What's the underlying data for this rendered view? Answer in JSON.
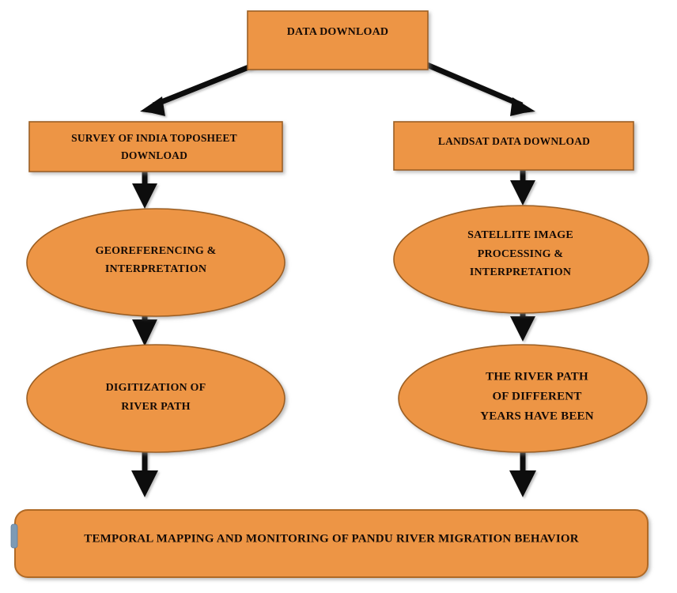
{
  "diagram": {
    "title": "Methodology flowchart for temporal mapping of Pandu river migration",
    "background_color": "#FFFFFF",
    "node_fill_color": "#ED9544",
    "node_border_color": "#9C5F24",
    "text_color": "#150B06",
    "connector_color": "#111111",
    "handle_color": "#7D9AB5",
    "nodes": [
      {
        "id": "data-download",
        "shape": "rectangle",
        "label": "DATA DOWNLOAD",
        "lines": [
          "DATA DOWNLOAD"
        ]
      },
      {
        "id": "toposheet-download",
        "shape": "rectangle",
        "label": "SURVEY OF INDIA TOPOSHEET DOWNLOAD",
        "lines": [
          "SURVEY OF INDIA TOPOSHEET",
          "DOWNLOAD"
        ]
      },
      {
        "id": "landsat-download",
        "shape": "rectangle",
        "label": "LANDSAT DATA DOWNLOAD",
        "lines": [
          "LANDSAT DATA DOWNLOAD"
        ]
      },
      {
        "id": "georeferencing",
        "shape": "ellipse",
        "label": "GEOREFERENCING & INTERPRETATION",
        "lines": [
          "GEOREFERENCING &",
          "INTERPRETATION"
        ]
      },
      {
        "id": "satellite-processing",
        "shape": "ellipse",
        "label": "SATELLITE IMAGE PROCESSING & INTERPRETATION",
        "lines": [
          "SATELLITE IMAGE",
          "PROCESSING &",
          "INTERPRETATION"
        ]
      },
      {
        "id": "digitization",
        "shape": "ellipse",
        "label": "DIGITIZATION OF RIVER PATH",
        "lines": [
          "DIGITIZATION OF",
          "RIVER PATH"
        ]
      },
      {
        "id": "river-path-years",
        "shape": "ellipse",
        "label": "THE RIVER PATH OF DIFFERENT YEARS HAVE BEEN",
        "lines": [
          "THE RIVER PATH",
          "OF DIFFERENT",
          "YEARS HAVE BEEN"
        ]
      },
      {
        "id": "temporal-mapping",
        "shape": "rounded-rectangle",
        "label": "TEMPORAL MAPPING AND MONITORING OF PANDU RIVER MIGRATION BEHAVIOR",
        "lines": [
          "TEMPORAL MAPPING AND MONITORING OF PANDU RIVER MIGRATION BEHAVIOR"
        ]
      }
    ],
    "connectors": [
      {
        "id": "c1",
        "from": "data-download",
        "to": "toposheet-download",
        "style": "diagonal-arrow"
      },
      {
        "id": "c2",
        "from": "data-download",
        "to": "landsat-download",
        "style": "diagonal-arrow"
      },
      {
        "id": "c3",
        "from": "toposheet-download",
        "to": "georeferencing",
        "style": "vertical-arrow"
      },
      {
        "id": "c4",
        "from": "landsat-download",
        "to": "satellite-processing",
        "style": "vertical-arrow"
      },
      {
        "id": "c5",
        "from": "georeferencing",
        "to": "digitization",
        "style": "vertical-arrow"
      },
      {
        "id": "c6",
        "from": "satellite-processing",
        "to": "river-path-years",
        "style": "vertical-arrow"
      },
      {
        "id": "c7",
        "from": "digitization",
        "to": "temporal-mapping",
        "style": "vertical-arrow"
      },
      {
        "id": "c8",
        "from": "river-path-years",
        "to": "temporal-mapping",
        "style": "vertical-arrow"
      }
    ]
  }
}
